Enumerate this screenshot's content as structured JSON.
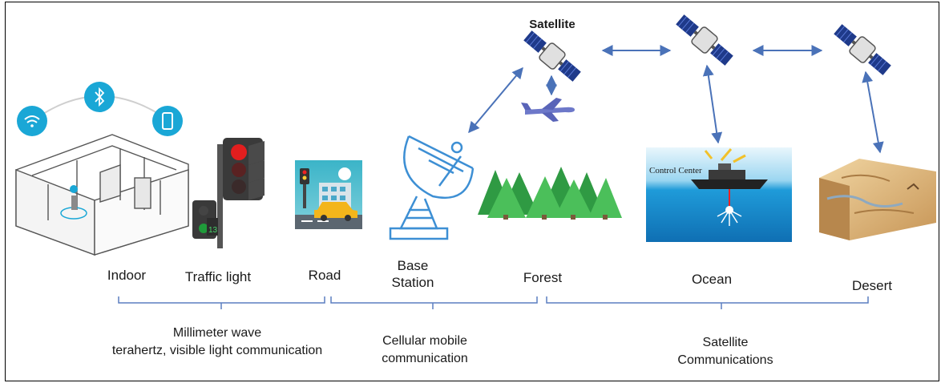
{
  "labels": {
    "satellite": "Satellite",
    "indoor": "Indoor",
    "traffic_light": "Traffic light",
    "road": "Road",
    "base_station_line1": "Base",
    "base_station_line2": "Station",
    "forest": "Forest",
    "ocean": "Ocean",
    "desert": "Desert",
    "control_center": "Control Center"
  },
  "categories": {
    "mmwave_line1": "Millimeter wave",
    "mmwave_line2": "terahertz, visible light communication",
    "cellular_line1": "Cellular mobile",
    "cellular_line2": "communication",
    "satellite_line1": "Satellite",
    "satellite_line2": "Communications"
  },
  "icons": [
    "wifi-icon",
    "bluetooth-icon",
    "phone-icon",
    "satellite-icon",
    "airplane-icon",
    "satellite-dish-icon"
  ],
  "colors": {
    "arrow": "#4a72b8",
    "bracket": "#5b7fc0",
    "teal_circle": "#1aa7d6",
    "tree": "#3aa64a",
    "ocean": "#1c8fd6"
  }
}
